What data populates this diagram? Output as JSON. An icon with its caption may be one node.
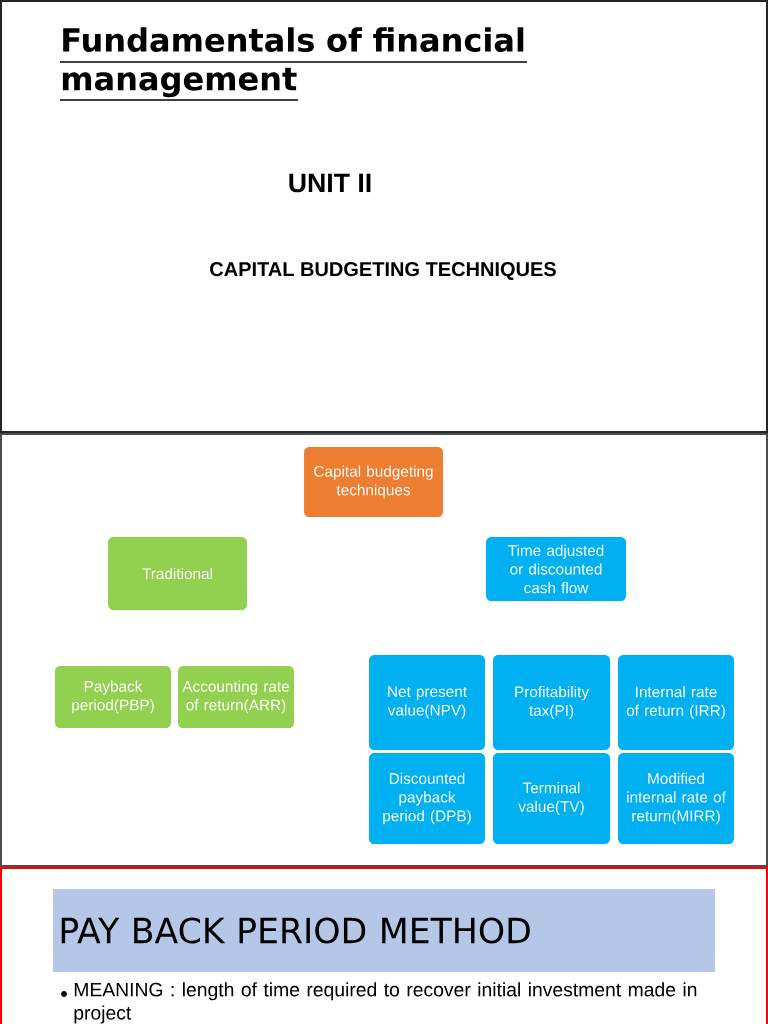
{
  "diagram": {
    "title": "Fundamentals of financial management",
    "nodes": [
      {
        "text": [
          "Capital budgeting techniques"
        ]
      },
      {
        "text": [
          "Traditional"
        ]
      },
      {
        "text": [
          "Time adjusted or discounted cash flow"
        ]
      },
      {
        "text": [
          "Payback period(PBP)"
        ]
      },
      {
        "text": [
          "Accounting rate of return(ARR)"
        ]
      },
      {
        "text": [
          "Net present value(NPV)"
        ]
      },
      {
        "text": [
          "Profitability tax(PI)"
        ]
      },
      {
        "text": [
          "Internal rate of return (IRR)"
        ]
      },
      {
        "text": [
          "Discounted payback period (DPB)"
        ]
      },
      {
        "text": [
          "Terminal value(TV)"
        ]
      },
      {
        "text": [
          "Modified internal rate of return(MIRR)"
        ]
      },
      {
        "text": [
          "PAY BACK PERIOD METHOD"
        ]
      }
    ],
    "labels": [
      "UNIT II",
      "CAPITAL BUDGETING TECHNIQUES",
      "MEANING : length of time required to recover initial investment made in project"
    ]
  }
}
